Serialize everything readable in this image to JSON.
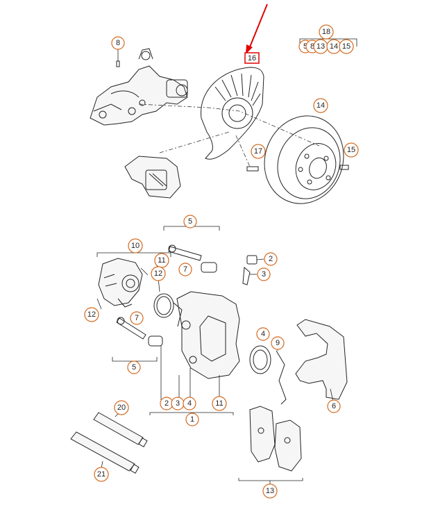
{
  "diagram": {
    "callouts": [
      {
        "id": "c8",
        "text": "8"
      },
      {
        "id": "c18",
        "text": "18"
      },
      {
        "id": "c5a",
        "text": "5"
      },
      {
        "id": "c8b",
        "text": "8"
      },
      {
        "id": "c13a",
        "text": "13"
      },
      {
        "id": "c14a",
        "text": "14"
      },
      {
        "id": "c15a",
        "text": "15"
      },
      {
        "id": "c16",
        "text": "16"
      },
      {
        "id": "c14",
        "text": "14"
      },
      {
        "id": "c15",
        "text": "15"
      },
      {
        "id": "c17",
        "text": "17"
      },
      {
        "id": "c5b",
        "text": "5"
      },
      {
        "id": "c10",
        "text": "10"
      },
      {
        "id": "c11a",
        "text": "11"
      },
      {
        "id": "c7a",
        "text": "7"
      },
      {
        "id": "c12a",
        "text": "12"
      },
      {
        "id": "c2a",
        "text": "2"
      },
      {
        "id": "c3a",
        "text": "3"
      },
      {
        "id": "c12b",
        "text": "12"
      },
      {
        "id": "c7b",
        "text": "7"
      },
      {
        "id": "c4a",
        "text": "4"
      },
      {
        "id": "c9",
        "text": "9"
      },
      {
        "id": "c5c",
        "text": "5"
      },
      {
        "id": "c2b",
        "text": "2"
      },
      {
        "id": "c3b",
        "text": "3"
      },
      {
        "id": "c4b",
        "text": "4"
      },
      {
        "id": "c11b",
        "text": "11"
      },
      {
        "id": "c1",
        "text": "1"
      },
      {
        "id": "c6",
        "text": "6"
      },
      {
        "id": "c20",
        "text": "20"
      },
      {
        "id": "c21",
        "text": "21"
      },
      {
        "id": "c13b",
        "text": "13"
      }
    ],
    "highlight_color": "#e00000",
    "callout_color": "#d2691e"
  }
}
